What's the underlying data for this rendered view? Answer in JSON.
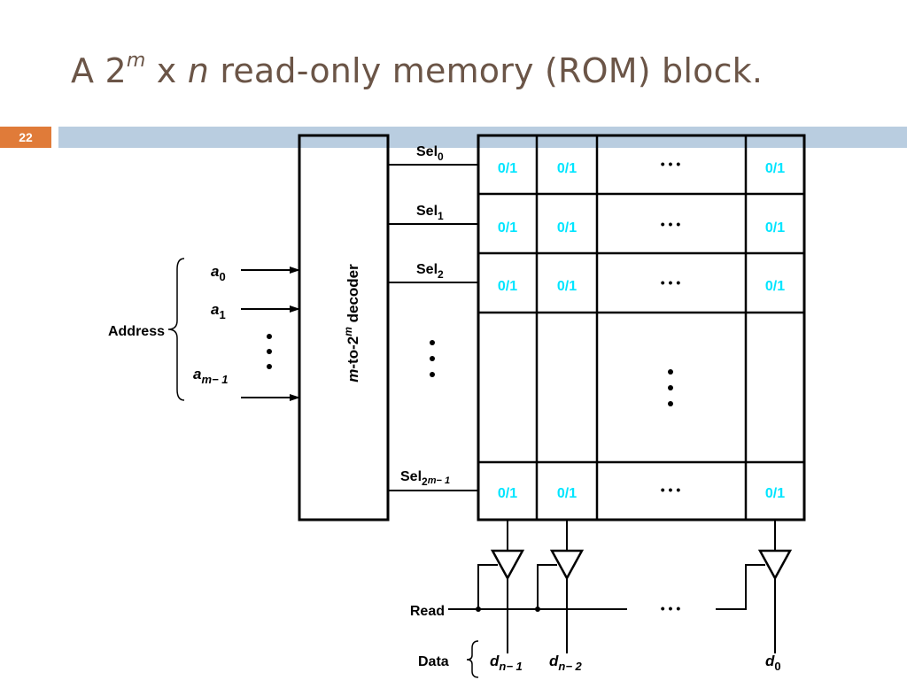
{
  "slide": {
    "title_prefix": "A 2",
    "title_sup": "m",
    "title_mid": " x ",
    "title_n": "n",
    "title_suffix": " read-only memory (ROM) block.",
    "number": "22"
  },
  "diagram": {
    "decoder_label": {
      "m": "m",
      "mid": "-to-2",
      "sup": "m",
      "rest": " decoder"
    },
    "address_label": "Address",
    "address_inputs": [
      {
        "var": "a",
        "sub": "0"
      },
      {
        "var": "a",
        "sub": "1"
      },
      {
        "var": "a",
        "sub": "m− 1"
      }
    ],
    "select_lines": [
      {
        "base": "Sel",
        "sub": "0",
        "sub2": ""
      },
      {
        "base": "Sel",
        "sub": "1",
        "sub2": ""
      },
      {
        "base": "Sel",
        "sub": "2",
        "sub2": ""
      },
      {
        "base": "Sel",
        "sub": "2",
        "sub2": "m− 1"
      }
    ],
    "cell_value": "0/1",
    "read_label": "Read",
    "data_label": "Data",
    "data_outputs": [
      {
        "var": "d",
        "sub": "n− 1"
      },
      {
        "var": "d",
        "sub": "n− 2"
      },
      {
        "var": "d",
        "sub": "0"
      }
    ],
    "ellipsis": "• • •",
    "colors": {
      "cell_text": "#00e5ff",
      "line": "#000000",
      "title": "#6b5547",
      "accent": "#e07b39",
      "bar": "#b9cde0"
    }
  }
}
